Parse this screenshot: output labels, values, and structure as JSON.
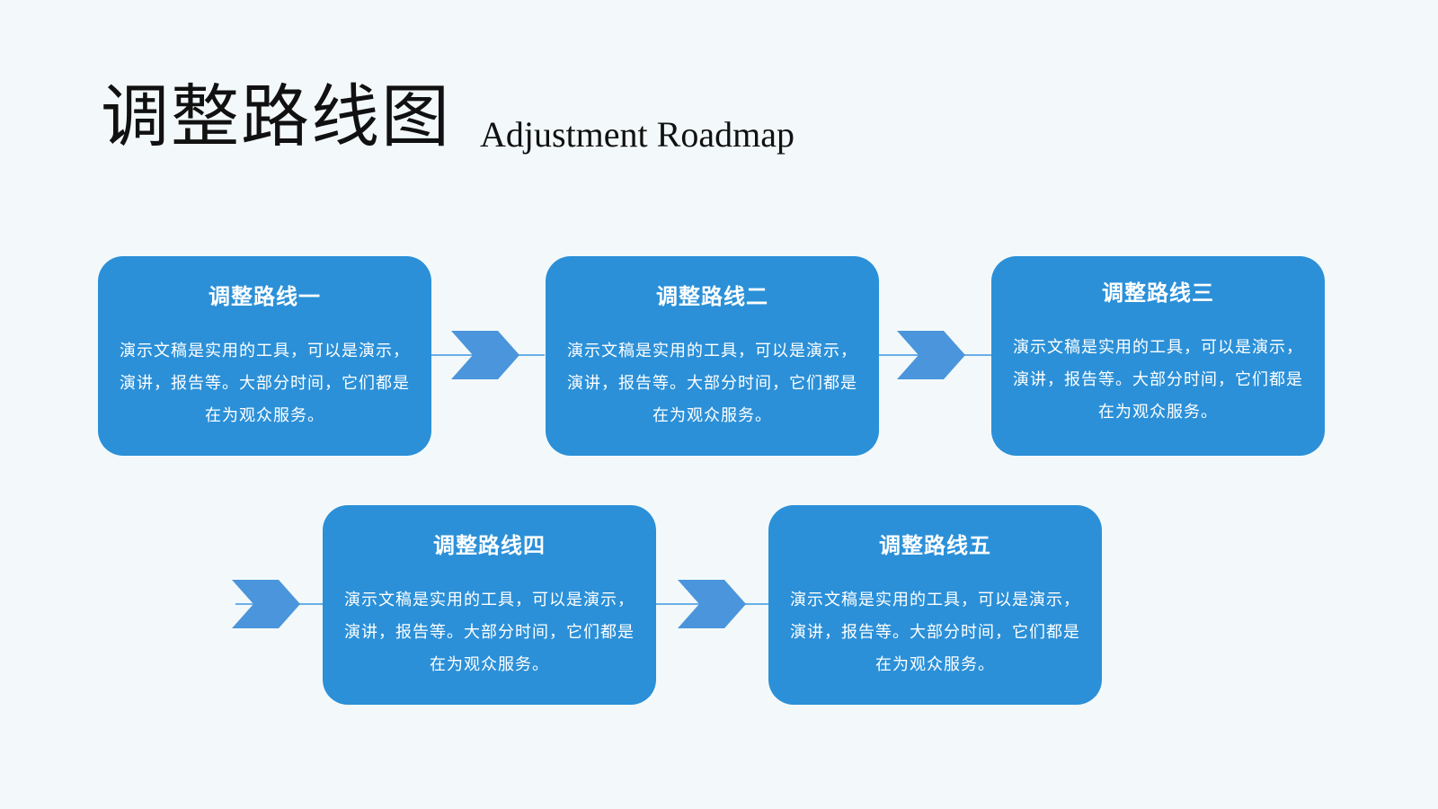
{
  "page": {
    "title": "调整路线图",
    "subtitle": "Adjustment Roadmap"
  },
  "colors": {
    "background": "#f3f9fa",
    "card": "#2b90d8",
    "chevron": "#4a95db",
    "connector": "#6aaee6"
  },
  "steps": [
    {
      "title": "调整路线一",
      "body": "演示文稿是实用的工具，可以是演示，演讲，报告等。大部分时间，它们都是在为观众服务。"
    },
    {
      "title": "调整路线二",
      "body": "演示文稿是实用的工具，可以是演示，演讲，报告等。大部分时间，它们都是在为观众服务。"
    },
    {
      "title": "调整路线三",
      "body": "演示文稿是实用的工具，可以是演示，演讲，报告等。大部分时间，它们都是在为观众服务。"
    },
    {
      "title": "调整路线四",
      "body": "演示文稿是实用的工具，可以是演示，演讲，报告等。大部分时间，它们都是在为观众服务。"
    },
    {
      "title": "调整路线五",
      "body": "演示文稿是实用的工具，可以是演示，演讲，报告等。大部分时间，它们都是在为观众服务。"
    }
  ]
}
